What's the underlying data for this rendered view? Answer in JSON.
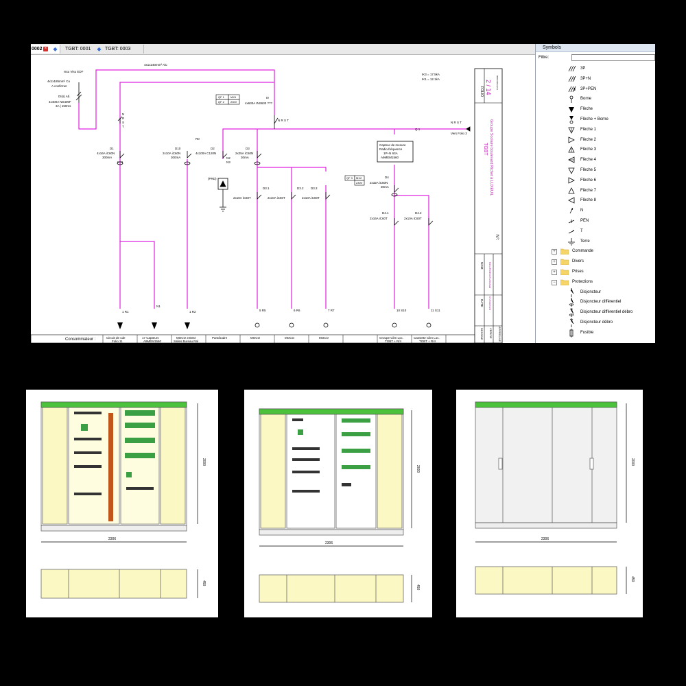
{
  "tabs": [
    {
      "label": "0002",
      "icon": "close-icon"
    },
    {
      "label": "TGBT: 0001",
      "icon": "diamond-icon"
    },
    {
      "label": "TGBT: 0003",
      "icon": "diamond-icon"
    }
  ],
  "schematic": {
    "source": {
      "line1": "Issu Visu EDF",
      "cable": "4x1x185mm² Cu",
      "confirm": "A confirmer",
      "breaker_id": "DI(s) Ab.",
      "breaker_spec1": "4x400A NS400F",
      "breaker_spec2": "3A | 150ms"
    },
    "main_cable": "4x1x240mm² Alu",
    "ik": {
      "ik3": "IK3 = 17.5kA",
      "ik1": "IK1 = 12.1kA"
    },
    "busbar_left": [
      "N",
      "R",
      "S",
      "T"
    ],
    "busbar_top": "N R S T",
    "busbar_right": "N R S T",
    "q0": {
      "id": "I0",
      "spec": "4x630A INS630 ???",
      "box1": "QF 1",
      "box2": "QF 2",
      "box3": "MX1",
      "box4": "230V"
    },
    "q1_label": "Q 1",
    "feed": "Vers Folio 3",
    "r0": "R0",
    "d1": {
      "id": "D1",
      "spec1": "4x16A iC60N",
      "spec2": "300mA"
    },
    "d10": {
      "id": "D10",
      "spec1": "2x10A iC60N",
      "spec2": "300mA"
    },
    "d2": {
      "id": "D2",
      "spec": "4x100A C120N",
      "n2": "N2",
      "n3": "N3",
      "prot": "(PRD)"
    },
    "d3": {
      "id": "D3",
      "spec1": "2x25A iC60N",
      "spec2": "30mA"
    },
    "d31": {
      "id": "D3.1",
      "spec": "2x10A iC60T"
    },
    "d32": {
      "id": "D3.2",
      "spec": "2x10A iC60T"
    },
    "d33": {
      "id": "D3.3",
      "spec": "2x10A iC60T"
    },
    "sensor": {
      "line1": "Capteur de mesure",
      "line2": "Radio-fréquence",
      "line3": "1P+N 63A",
      "line4": "A9MEM1560"
    },
    "d4": {
      "id": "D4",
      "spec1": "2x32A iC60N",
      "spec2": "30mA",
      "box1": "QF 3",
      "box2": "MX2",
      "box3": "230V"
    },
    "d41": {
      "id": "D4.1",
      "spec": "2x16A iC60T"
    },
    "d42": {
      "id": "D4.2",
      "spec": "2x10A iC60T"
    },
    "outputs": [
      {
        "label": "1 R1"
      },
      {
        "label": "N1"
      },
      {
        "label": "1 R2"
      },
      {
        "label": "5 R5"
      },
      {
        "label": "6 R6"
      },
      {
        "label": "7 R7"
      },
      {
        "label": "10 S10"
      },
      {
        "label": "11 S11"
      }
    ],
    "consumers_header": "Consommateur :",
    "consumers": [
      "Circuit de cde",
      "17 Capteurs",
      "MOCO 3 BSO",
      "Parafoudre",
      "MOCO",
      "MOCO",
      "MOCO",
      "Groupe Clim Loc.",
      "Cassette Clim Loc."
    ],
    "consumers_sub": [
      "Folio 11",
      "A9MEM1560",
      "Salles Bureau Ral",
      "",
      "",
      "",
      "",
      "TGBT + R/4",
      "TGBT + R/4"
    ],
    "title_block": {
      "folio_label": "FOLIO",
      "folio": "2 / 14",
      "code": "0000 Référence",
      "main_title": "TGBT",
      "subtitle": "Groupe Scolaire boulevard Richet à LUXEUIL",
      "number": "N°:",
      "nom_label": "NOM",
      "nom": "BOURGEOIS Arnaud",
      "date_label": "DATE",
      "date": "07/02/2024",
      "dessine": "DESSINE",
      "verifie": "VERIFIE",
      "approuve": "APPROUVE"
    }
  },
  "symbols_panel": {
    "title": "Symbols",
    "filter_label": "Filtre:",
    "filter_value": "",
    "items": [
      {
        "label": "3P",
        "icon": "three-pole-icon"
      },
      {
        "label": "3P+N",
        "icon": "three-pole-neutral-icon"
      },
      {
        "label": "3P+PEN",
        "icon": "three-pole-pen-icon"
      },
      {
        "label": "Borne",
        "icon": "terminal-icon"
      },
      {
        "label": "Flèche",
        "icon": "arrow-filled-icon"
      },
      {
        "label": "Flèche + Borne",
        "icon": "arrow-terminal-icon"
      },
      {
        "label": "Flèche 1",
        "icon": "arrow-1-icon"
      },
      {
        "label": "Flèche 2",
        "icon": "arrow-2-icon"
      },
      {
        "label": "Flèche 3",
        "icon": "arrow-3-icon"
      },
      {
        "label": "Flèche 4",
        "icon": "arrow-4-icon"
      },
      {
        "label": "Flèche 5",
        "icon": "arrow-5-icon"
      },
      {
        "label": "Flèche 6",
        "icon": "arrow-6-icon"
      },
      {
        "label": "Flèche 7",
        "icon": "arrow-7-icon"
      },
      {
        "label": "Flèche 8",
        "icon": "arrow-8-icon"
      },
      {
        "label": "N",
        "icon": "neutral-icon"
      },
      {
        "label": "PEN",
        "icon": "pen-icon"
      },
      {
        "label": "T",
        "icon": "earth-line-icon"
      },
      {
        "label": "Terre",
        "icon": "earth-icon"
      }
    ],
    "folders": [
      {
        "label": "Commande",
        "expander": "+"
      },
      {
        "label": "Divers",
        "expander": "+"
      },
      {
        "label": "Prises",
        "expander": "+"
      },
      {
        "label": "Protections",
        "expander": "−"
      }
    ],
    "protections": [
      {
        "label": "Disjoncteur",
        "icon": "breaker-icon"
      },
      {
        "label": "Disjoncteur différentiel",
        "icon": "rcbo-icon"
      },
      {
        "label": "Disjoncteur différentiel débro",
        "icon": "rcbo-withdrawable-icon"
      },
      {
        "label": "Disjoncteur débro",
        "icon": "breaker-withdrawable-icon"
      },
      {
        "label": "Fusible",
        "icon": "fuse-icon"
      }
    ]
  },
  "cabinets": {
    "dim_width": "2306",
    "dim_height": "2000",
    "dim_depth": "450",
    "header_color": "#4cc23c",
    "panel_color": "#fbf8c4"
  }
}
